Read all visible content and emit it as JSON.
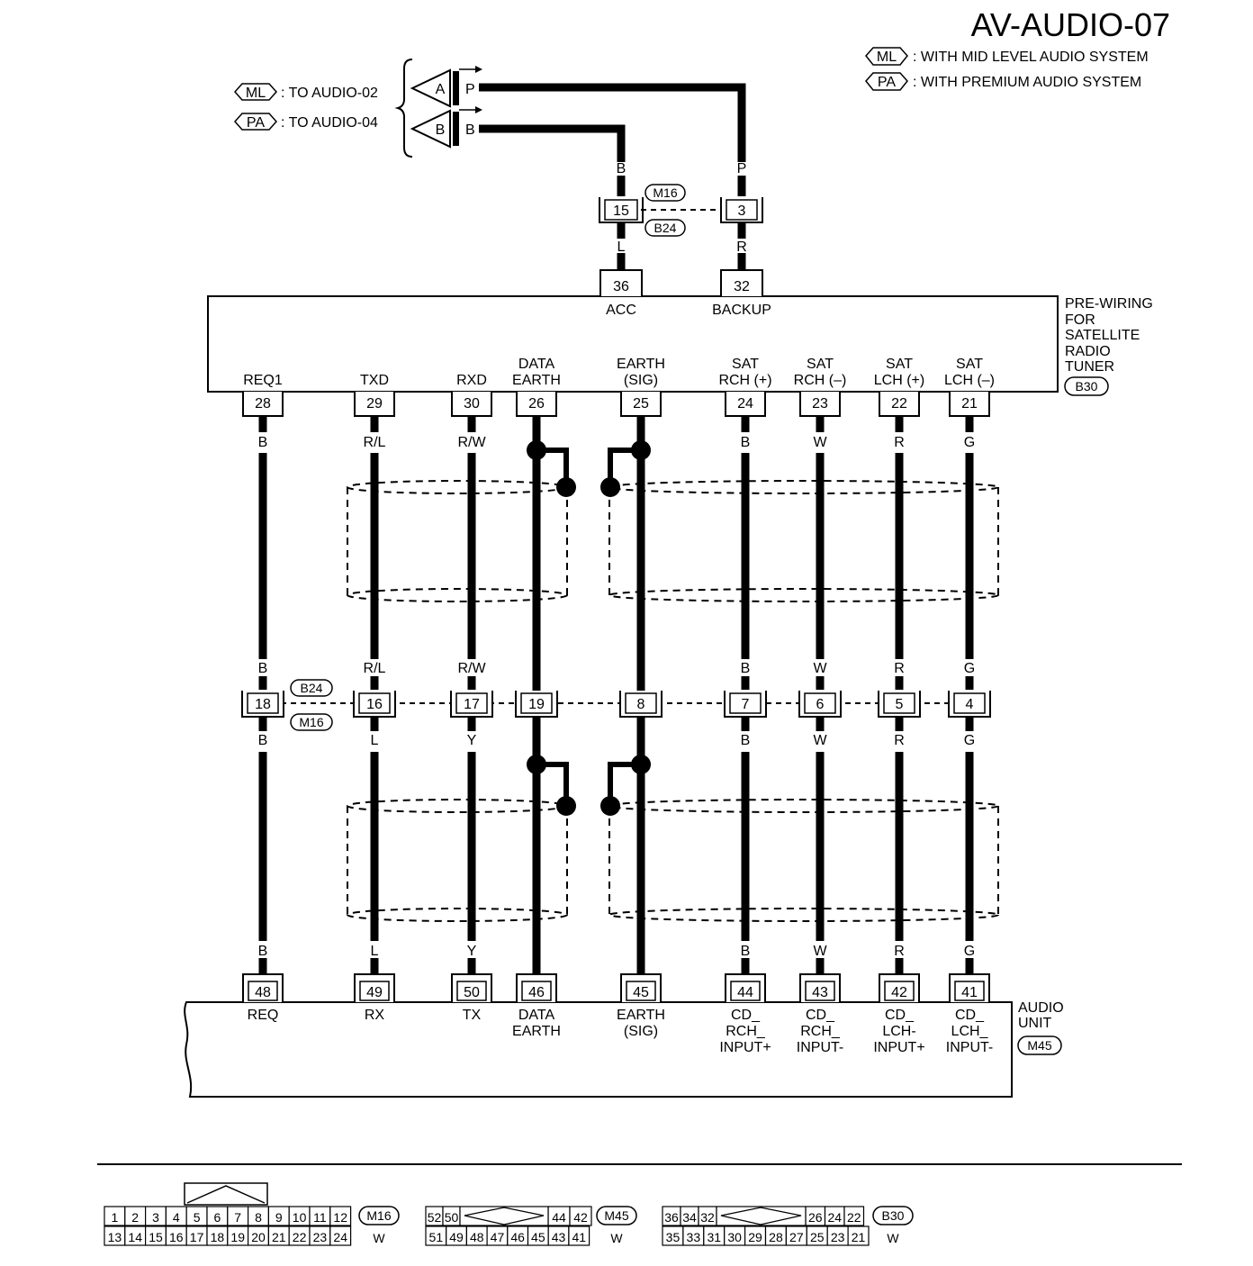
{
  "title": "AV-AUDIO-07",
  "legend": [
    {
      "tag": "ML",
      "text": ": WITH MID LEVEL AUDIO SYSTEM"
    },
    {
      "tag": "PA",
      "text": ": WITH PREMIUM AUDIO SYSTEM"
    }
  ],
  "references": [
    {
      "tag": "ML",
      "text": ": TO AUDIO-02"
    },
    {
      "tag": "PA",
      "text": ": TO AUDIO-04"
    }
  ],
  "arrows": [
    {
      "letter": "A",
      "color": "P"
    },
    {
      "letter": "B",
      "color": "B"
    }
  ],
  "top_wires": [
    {
      "upper": "B",
      "joint": "15",
      "lower": "L",
      "pin": "36",
      "name": "ACC"
    },
    {
      "upper": "P",
      "joint": "3",
      "lower": "R",
      "pin": "32",
      "name": "BACKUP"
    }
  ],
  "joint_tags": [
    "M16",
    "B24"
  ],
  "tuner": {
    "label": [
      "PRE-WIRING",
      "FOR",
      "SATELLITE",
      "RADIO",
      "TUNER"
    ],
    "connector": "B30"
  },
  "circuits": [
    {
      "top_name": [
        "",
        "REQ1"
      ],
      "top_pin": "28",
      "c1": "B",
      "c2": "B",
      "joint": "18",
      "c3": "B",
      "c4": "B",
      "bot_pin": "48",
      "bot_name": [
        "REQ",
        "",
        ""
      ]
    },
    {
      "top_name": [
        "",
        "TXD"
      ],
      "top_pin": "29",
      "c1": "R/L",
      "c2": "R/L",
      "joint": "16",
      "c3": "L",
      "c4": "L",
      "bot_pin": "49",
      "bot_name": [
        "RX",
        "",
        ""
      ]
    },
    {
      "top_name": [
        "",
        "RXD"
      ],
      "top_pin": "30",
      "c1": "R/W",
      "c2": "R/W",
      "joint": "17",
      "c3": "Y",
      "c4": "Y",
      "bot_pin": "50",
      "bot_name": [
        "TX",
        "",
        ""
      ]
    },
    {
      "top_name": [
        "DATA",
        "EARTH"
      ],
      "top_pin": "26",
      "c1": "",
      "c2": "",
      "joint": "19",
      "c3": "",
      "c4": "",
      "bot_pin": "46",
      "bot_name": [
        "DATA",
        "EARTH",
        ""
      ]
    },
    {
      "top_name": [
        "EARTH",
        "(SIG)"
      ],
      "top_pin": "25",
      "c1": "",
      "c2": "",
      "joint": "8",
      "c3": "",
      "c4": "",
      "bot_pin": "45",
      "bot_name": [
        "EARTH",
        "(SIG)",
        ""
      ]
    },
    {
      "top_name": [
        "SAT",
        "RCH (+)"
      ],
      "top_pin": "24",
      "c1": "B",
      "c2": "B",
      "joint": "7",
      "c3": "B",
      "c4": "B",
      "bot_pin": "44",
      "bot_name": [
        "CD_",
        "RCH_",
        "INPUT+"
      ]
    },
    {
      "top_name": [
        "SAT",
        "RCH (–)"
      ],
      "top_pin": "23",
      "c1": "W",
      "c2": "W",
      "joint": "6",
      "c3": "W",
      "c4": "W",
      "bot_pin": "43",
      "bot_name": [
        "CD_",
        "RCH_",
        "INPUT-"
      ]
    },
    {
      "top_name": [
        "SAT",
        "LCH (+)"
      ],
      "top_pin": "22",
      "c1": "R",
      "c2": "R",
      "joint": "5",
      "c3": "R",
      "c4": "R",
      "bot_pin": "42",
      "bot_name": [
        "CD_",
        "LCH-",
        "INPUT+"
      ]
    },
    {
      "top_name": [
        "SAT",
        "LCH (–)"
      ],
      "top_pin": "21",
      "c1": "G",
      "c2": "G",
      "joint": "4",
      "c3": "G",
      "c4": "G",
      "bot_pin": "41",
      "bot_name": [
        "CD_",
        "LCH_",
        "INPUT-"
      ]
    }
  ],
  "audio_unit": {
    "label": [
      "AUDIO",
      "UNIT"
    ],
    "connector": "M45"
  },
  "connector_faces": [
    {
      "tag": "M16",
      "color": "W",
      "top": [
        "1",
        "2",
        "3",
        "4",
        "5",
        "6",
        "7",
        "8",
        "9",
        "10",
        "11",
        "12"
      ],
      "bottom": [
        "13",
        "14",
        "15",
        "16",
        "17",
        "18",
        "19",
        "20",
        "21",
        "22",
        "23",
        "24"
      ]
    },
    {
      "tag": "M45",
      "color": "W",
      "top_left": [
        "52",
        "50"
      ],
      "top_right": [
        "44",
        "42"
      ],
      "bottom": [
        "51",
        "49",
        "48",
        "47",
        "46",
        "45",
        "43",
        "41"
      ]
    },
    {
      "tag": "B30",
      "color": "W",
      "top_left": [
        "36",
        "34",
        "32"
      ],
      "top_right": [
        "26",
        "24",
        "22"
      ],
      "bottom": [
        "35",
        "33",
        "31",
        "30",
        "29",
        "28",
        "27",
        "25",
        "23",
        "21"
      ]
    }
  ]
}
